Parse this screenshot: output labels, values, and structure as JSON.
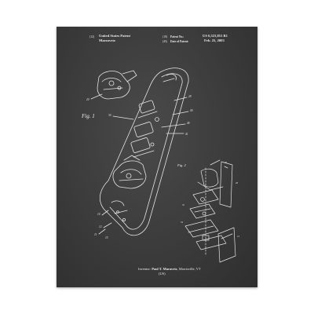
{
  "header": {
    "left_num": "(12)",
    "title": "United States Patent",
    "author": "Marzovetz",
    "patent_no_code": "(10)",
    "patent_no_label": "Patent No.:",
    "patent_no": "US 6,523,851 B1",
    "date_code": "(45)",
    "date_label": "Date of Patent:",
    "date": "Feb. 25, 2003"
  },
  "figures": {
    "fig1": "Fig. 1",
    "fig2": "Fig. 2"
  },
  "inventor": {
    "label": "Inventor:",
    "name": "Paul T. Maravetz",
    "location": ", Morrisville, VT",
    "country": "(US)"
  },
  "colors": {
    "chalkboard": "#3b3b3b",
    "linework": "#e6e6e6"
  }
}
